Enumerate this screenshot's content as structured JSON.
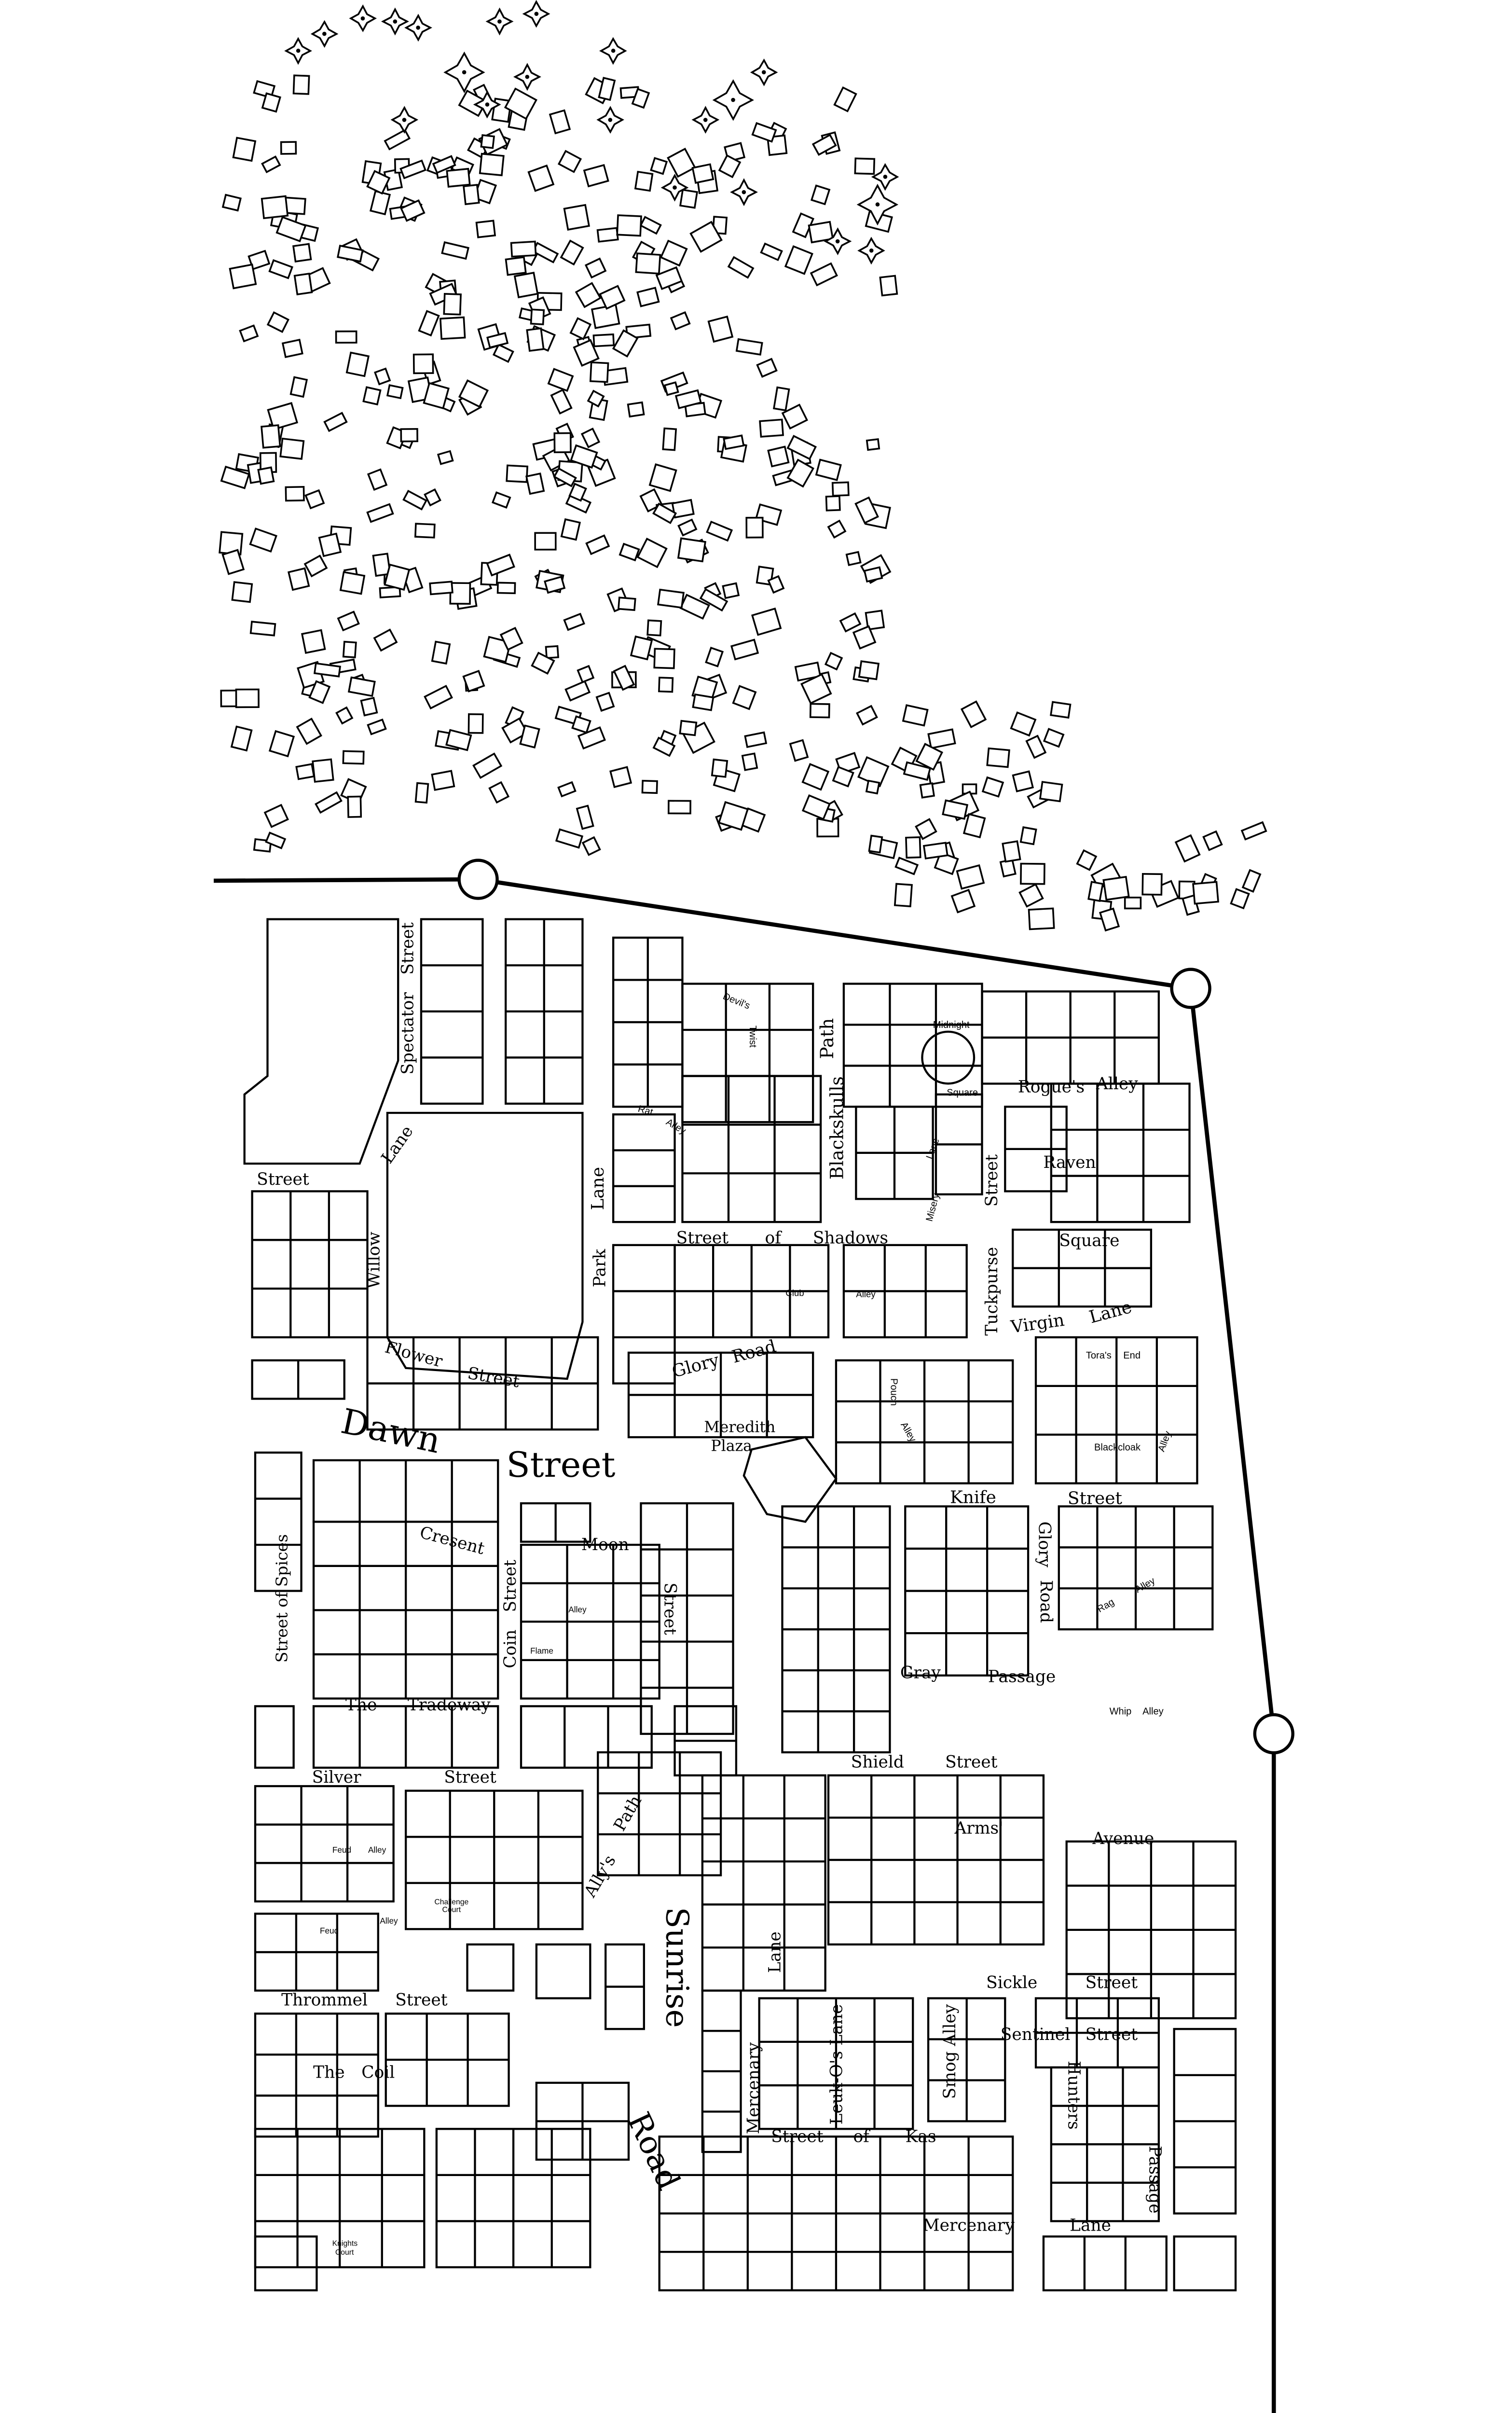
{
  "map": {
    "ink_color": "#000000",
    "paper_color": "#ffffff",
    "labels": [
      "Street",
      "Spectator",
      "Lane",
      "Street",
      "Willow",
      "Devil's",
      "Twist",
      "Path",
      "Midnight",
      "Square",
      "Rat",
      "Alley",
      "Lane",
      "Blackskulls",
      "Lane",
      "Misery",
      "Street",
      "of",
      "Shadows",
      "Rogue's",
      "Alley",
      "Raven",
      "Square",
      "Street",
      "Tuckpurse",
      "Park",
      "Club",
      "Alley",
      "Glory",
      "Road",
      "Meredith",
      "Plaza",
      "Virgin",
      "Lane",
      "Tora's",
      "End",
      "Pouch",
      "Alley",
      "Blackcloak",
      "Alley",
      "Knife",
      "Street",
      "Flower",
      "Street",
      "Dawn",
      "Street",
      "Cresent",
      "Moon",
      "Street",
      "Street",
      "Coin",
      "Alley",
      "Flame",
      "Street of Spices",
      "The",
      "Tradeway",
      "Silver",
      "Street",
      "Feud",
      "Alley",
      "Challenge",
      "Court",
      "Alley",
      "Feud",
      "Path",
      "Ally's",
      "Sunrise",
      "Road",
      "Thrommel",
      "Street",
      "The",
      "Coil",
      "Knights",
      "Court",
      "Glory",
      "Road",
      "Rag",
      "Alley",
      "Gray",
      "Passage",
      "Whip",
      "Alley",
      "Shield",
      "Street",
      "Arms'",
      "Avenue",
      "Lane",
      "Sickle",
      "Street",
      "Mercenary",
      "Leuk-O's Lane",
      "Smog Alley",
      "Sentinel",
      "Street",
      "Hunters",
      "Passage",
      "Street",
      "of",
      "Kas",
      "Mercenary",
      "Lane"
    ]
  }
}
